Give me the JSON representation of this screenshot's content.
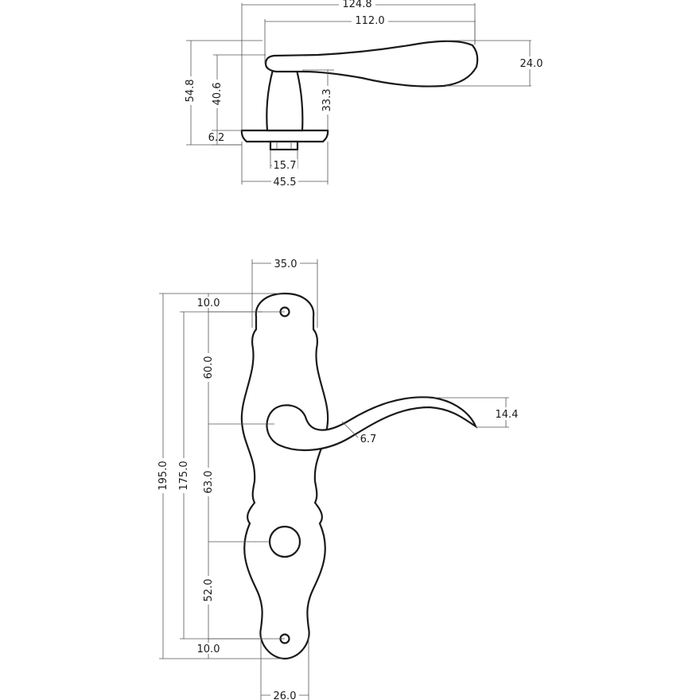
{
  "colors": {
    "outline": "#1a1a1a",
    "dimension_line": "#555555",
    "background": "#ffffff"
  },
  "side_view": {
    "dims": {
      "overall_length": "124.8",
      "lever_length": "112.0",
      "lever_height": "24.0",
      "overall_height": "54.8",
      "lever_axis_height": "40.6",
      "neck_height": "33.3",
      "rose_thickness": "6.2",
      "spindle_width": "15.7",
      "rose_width": "45.5"
    }
  },
  "front_view": {
    "dims": {
      "plate_top_width": "35.0",
      "top_hole_offset": "10.0",
      "top_to_lever": "60.0",
      "lever_to_keyhole": "63.0",
      "keyhole_to_bottom_hole": "52.0",
      "bottom_hole_offset": "10.0",
      "overall_height": "195.0",
      "hole_centres": "175.0",
      "lever_tip_height": "14.4",
      "lever_thickness": "6.7",
      "plate_bottom_width": "26.0"
    }
  }
}
